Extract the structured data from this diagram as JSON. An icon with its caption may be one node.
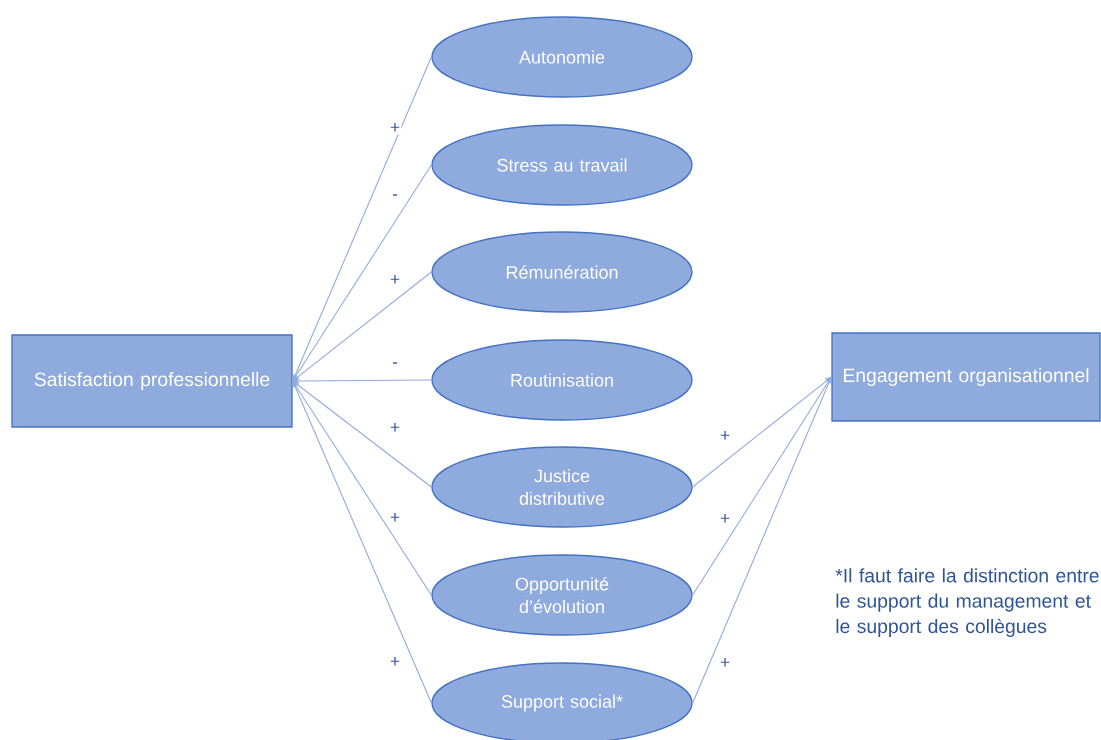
{
  "diagram": {
    "nodes": [
      {
        "text": [
          "Satisfaction professionnelle"
        ]
      },
      {
        "text": [
          "Autonomie"
        ]
      },
      {
        "text": [
          "Stress au travail"
        ]
      },
      {
        "text": [
          "Rémunération"
        ]
      },
      {
        "text": [
          "Routinisation"
        ]
      },
      {
        "text": [
          "Justice distributive"
        ]
      },
      {
        "text": [
          "Opportunité d’évolution"
        ]
      },
      {
        "text": [
          "Support social*"
        ]
      },
      {
        "text": [
          "Engagement organisationnel"
        ]
      }
    ],
    "edges": [
      {
        "from": 1,
        "to": 0,
        "arrow": "to",
        "label": "+"
      },
      {
        "from": 2,
        "to": 0,
        "arrow": "to",
        "label": "-"
      },
      {
        "from": 3,
        "to": 0,
        "arrow": "to",
        "label": "+"
      },
      {
        "from": 4,
        "to": 0,
        "arrow": "to",
        "label": "-"
      },
      {
        "from": 5,
        "to": 0,
        "arrow": "to",
        "label": "+"
      },
      {
        "from": 6,
        "to": 0,
        "arrow": "to",
        "label": "+"
      },
      {
        "from": 7,
        "to": 0,
        "arrow": "to",
        "label": "+"
      },
      {
        "from": 5,
        "to": 8,
        "arrow": "to",
        "label": "+"
      },
      {
        "from": 6,
        "to": 8,
        "arrow": "to",
        "label": "+"
      },
      {
        "from": 7,
        "to": 8,
        "arrow": "to",
        "label": "+"
      }
    ],
    "labels": [
      "*Il faut faire la distinction entre le support du management et le support des collègues"
    ]
  }
}
